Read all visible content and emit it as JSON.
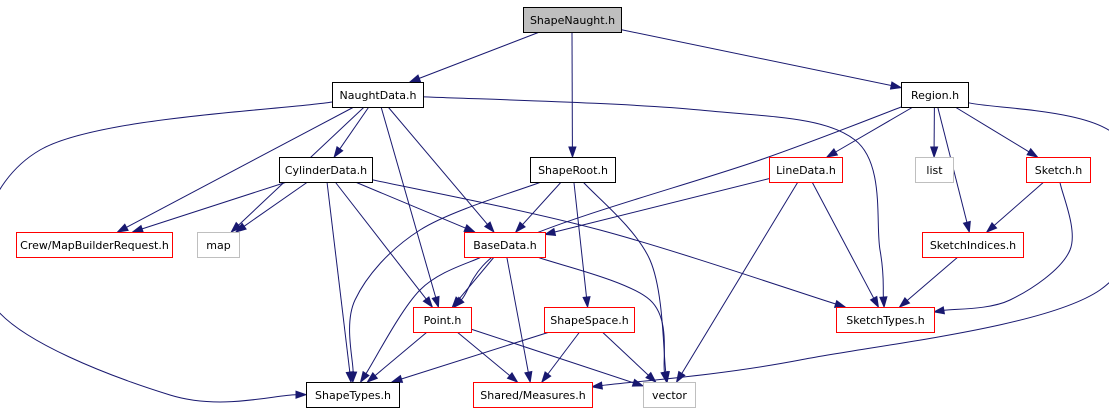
{
  "graph": {
    "nodes": [
      {
        "id": "shapenaught",
        "label": "ShapeNaught.h",
        "kind": "root"
      },
      {
        "id": "naughtdata",
        "label": "NaughtData.h",
        "kind": "normal"
      },
      {
        "id": "region",
        "label": "Region.h",
        "kind": "normal"
      },
      {
        "id": "cylinderdata",
        "label": "CylinderData.h",
        "kind": "normal"
      },
      {
        "id": "shaperoot",
        "label": "ShapeRoot.h",
        "kind": "normal"
      },
      {
        "id": "linedata",
        "label": "LineData.h",
        "kind": "truncated"
      },
      {
        "id": "list",
        "label": "list",
        "kind": "external"
      },
      {
        "id": "sketch",
        "label": "Sketch.h",
        "kind": "truncated"
      },
      {
        "id": "crew",
        "label": "Crew/MapBuilderRequest.h",
        "kind": "truncated"
      },
      {
        "id": "map",
        "label": "map",
        "kind": "external"
      },
      {
        "id": "basedata",
        "label": "BaseData.h",
        "kind": "truncated"
      },
      {
        "id": "sketchindices",
        "label": "SketchIndices.h",
        "kind": "truncated"
      },
      {
        "id": "point",
        "label": "Point.h",
        "kind": "truncated"
      },
      {
        "id": "shapespace",
        "label": "ShapeSpace.h",
        "kind": "truncated"
      },
      {
        "id": "sketchtypes",
        "label": "SketchTypes.h",
        "kind": "truncated"
      },
      {
        "id": "shapetypes",
        "label": "ShapeTypes.h",
        "kind": "normal"
      },
      {
        "id": "measures",
        "label": "Shared/Measures.h",
        "kind": "truncated"
      },
      {
        "id": "vector",
        "label": "vector",
        "kind": "external"
      }
    ],
    "edges": [
      [
        "shapenaught",
        "naughtdata"
      ],
      [
        "shapenaught",
        "shaperoot"
      ],
      [
        "shapenaught",
        "region"
      ],
      [
        "naughtdata",
        "cylinderdata"
      ],
      [
        "naughtdata",
        "crew"
      ],
      [
        "naughtdata",
        "map"
      ],
      [
        "naughtdata",
        "basedata"
      ],
      [
        "naughtdata",
        "point"
      ],
      [
        "naughtdata",
        "sketchtypes"
      ],
      [
        "naughtdata",
        "shapetypes"
      ],
      [
        "cylinderdata",
        "crew"
      ],
      [
        "cylinderdata",
        "map"
      ],
      [
        "cylinderdata",
        "basedata"
      ],
      [
        "cylinderdata",
        "point"
      ],
      [
        "cylinderdata",
        "shapetypes"
      ],
      [
        "cylinderdata",
        "sketchtypes"
      ],
      [
        "shaperoot",
        "basedata"
      ],
      [
        "shaperoot",
        "shapespace"
      ],
      [
        "shaperoot",
        "shapetypes"
      ],
      [
        "shaperoot",
        "vector"
      ],
      [
        "region",
        "linedata"
      ],
      [
        "region",
        "list"
      ],
      [
        "region",
        "sketch"
      ],
      [
        "region",
        "sketchindices"
      ],
      [
        "region",
        "point"
      ],
      [
        "region",
        "measures"
      ],
      [
        "linedata",
        "basedata"
      ],
      [
        "linedata",
        "sketchtypes"
      ],
      [
        "linedata",
        "vector"
      ],
      [
        "sketch",
        "sketchindices"
      ],
      [
        "sketch",
        "sketchtypes"
      ],
      [
        "sketchindices",
        "sketchtypes"
      ],
      [
        "basedata",
        "point"
      ],
      [
        "basedata",
        "shapetypes"
      ],
      [
        "basedata",
        "measures"
      ],
      [
        "basedata",
        "vector"
      ],
      [
        "point",
        "shapetypes"
      ],
      [
        "point",
        "measures"
      ],
      [
        "point",
        "vector"
      ],
      [
        "shapespace",
        "shapetypes"
      ],
      [
        "shapespace",
        "measures"
      ],
      [
        "shapespace",
        "vector"
      ]
    ]
  },
  "colors": {
    "edge": "#191970",
    "root_fill": "#bfbfbf",
    "normal_border": "#000000",
    "truncated_border": "#ff0000",
    "external_border": "#bfbfbf"
  }
}
